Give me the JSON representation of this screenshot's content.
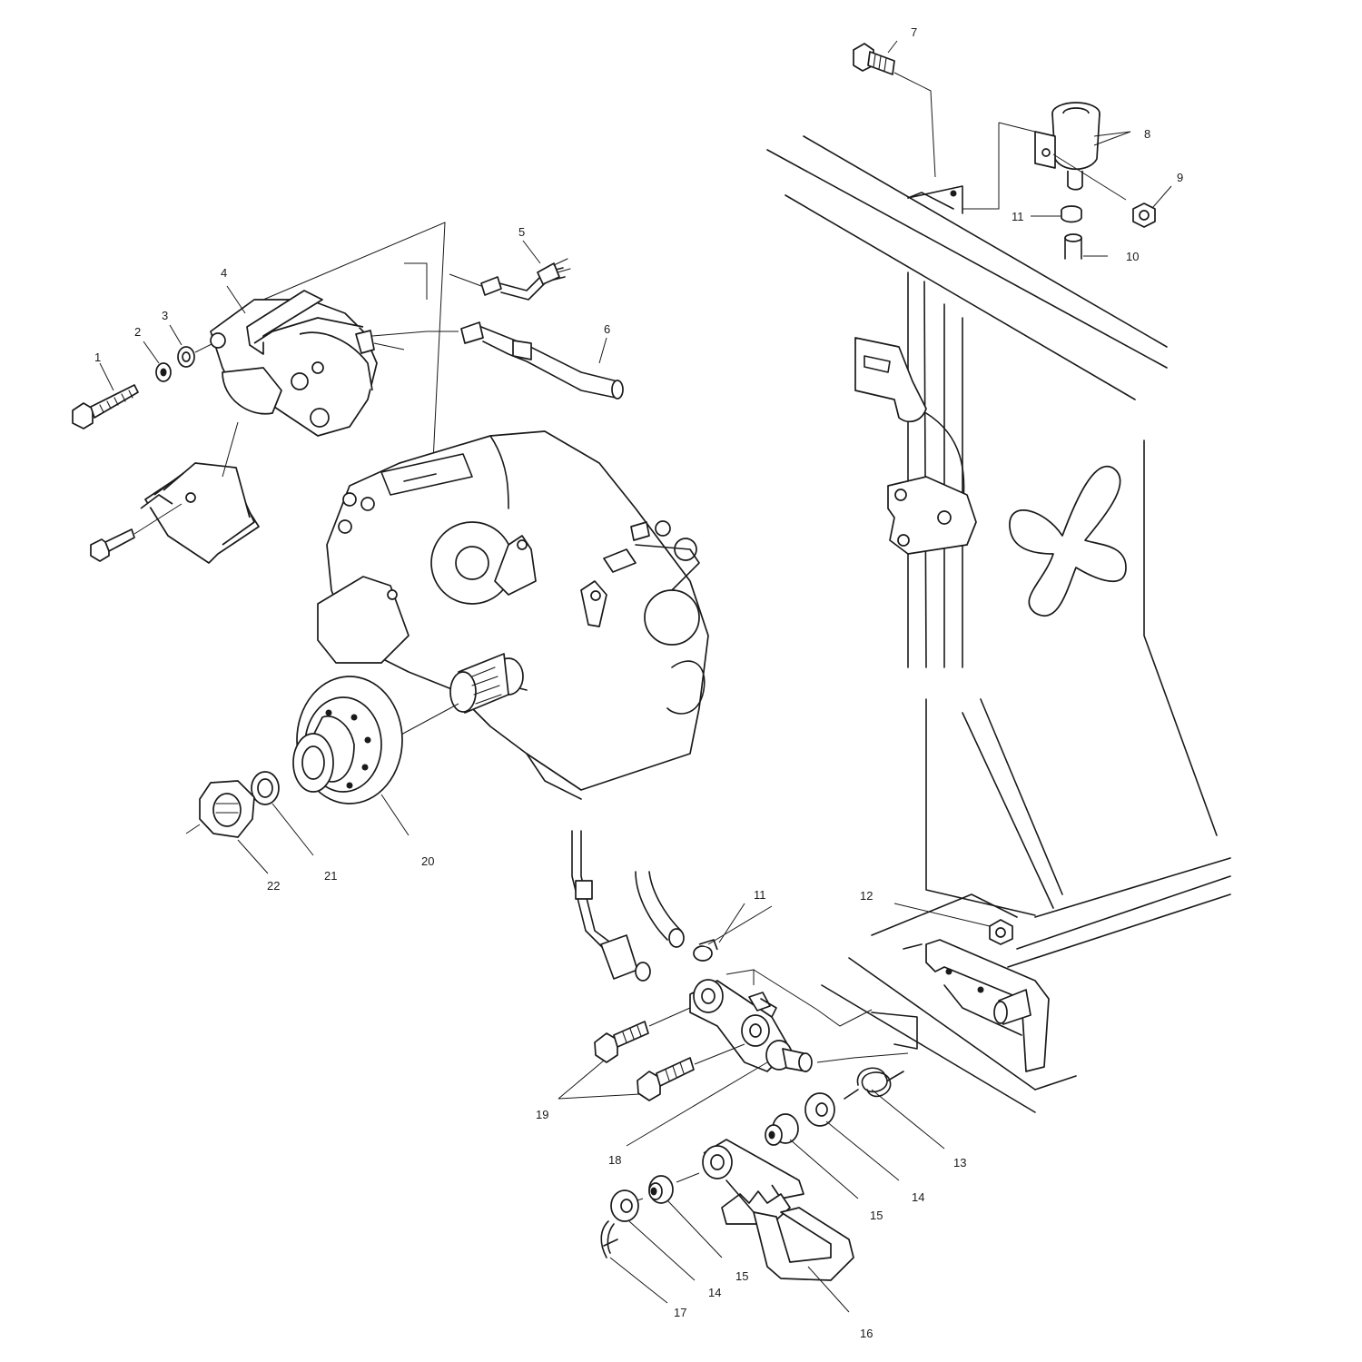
{
  "callouts": [
    {
      "id": "c1",
      "label": "1"
    },
    {
      "id": "c2",
      "label": "2"
    },
    {
      "id": "c3",
      "label": "3"
    },
    {
      "id": "c4",
      "label": "4"
    },
    {
      "id": "c5",
      "label": "5"
    },
    {
      "id": "c6",
      "label": "6"
    },
    {
      "id": "c7",
      "label": "7"
    },
    {
      "id": "c8",
      "label": "8"
    },
    {
      "id": "c9",
      "label": "9"
    },
    {
      "id": "c10",
      "label": "10"
    },
    {
      "id": "c11a",
      "label": "11"
    },
    {
      "id": "c11b",
      "label": "11"
    },
    {
      "id": "c12",
      "label": "12"
    },
    {
      "id": "c13",
      "label": "13"
    },
    {
      "id": "c14a",
      "label": "14"
    },
    {
      "id": "c14b",
      "label": "14"
    },
    {
      "id": "c15a",
      "label": "15"
    },
    {
      "id": "c15b",
      "label": "15"
    },
    {
      "id": "c16",
      "label": "16"
    },
    {
      "id": "c17",
      "label": "17"
    },
    {
      "id": "c18",
      "label": "18"
    },
    {
      "id": "c19",
      "label": "19"
    },
    {
      "id": "c20",
      "label": "20"
    },
    {
      "id": "c21",
      "label": "21"
    },
    {
      "id": "c22",
      "label": "22"
    }
  ]
}
